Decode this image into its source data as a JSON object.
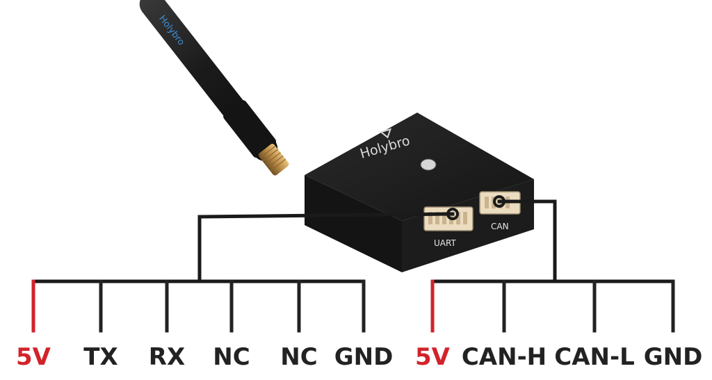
{
  "device": {
    "brand": "Holybro",
    "antenna_brand": "Holybro",
    "ports": [
      "UART",
      "CAN"
    ]
  },
  "groups": [
    {
      "port": "UART",
      "pins": [
        {
          "label": "5V",
          "color": "#d3232a"
        },
        {
          "label": "TX",
          "color": "#222222"
        },
        {
          "label": "RX",
          "color": "#222222"
        },
        {
          "label": "NC",
          "color": "#222222"
        },
        {
          "label": "NC",
          "color": "#222222"
        },
        {
          "label": "GND",
          "color": "#222222"
        }
      ]
    },
    {
      "port": "CAN",
      "pins": [
        {
          "label": "5V",
          "color": "#d3232a"
        },
        {
          "label": "CAN-H",
          "color": "#222222"
        },
        {
          "label": "CAN-L",
          "color": "#222222"
        },
        {
          "label": "GND",
          "color": "#222222"
        }
      ]
    }
  ],
  "colors": {
    "wire": "#1a1a1a",
    "power": "#d3232a",
    "device_body": "#1f1f1f",
    "connector": "#ecdcc0"
  }
}
